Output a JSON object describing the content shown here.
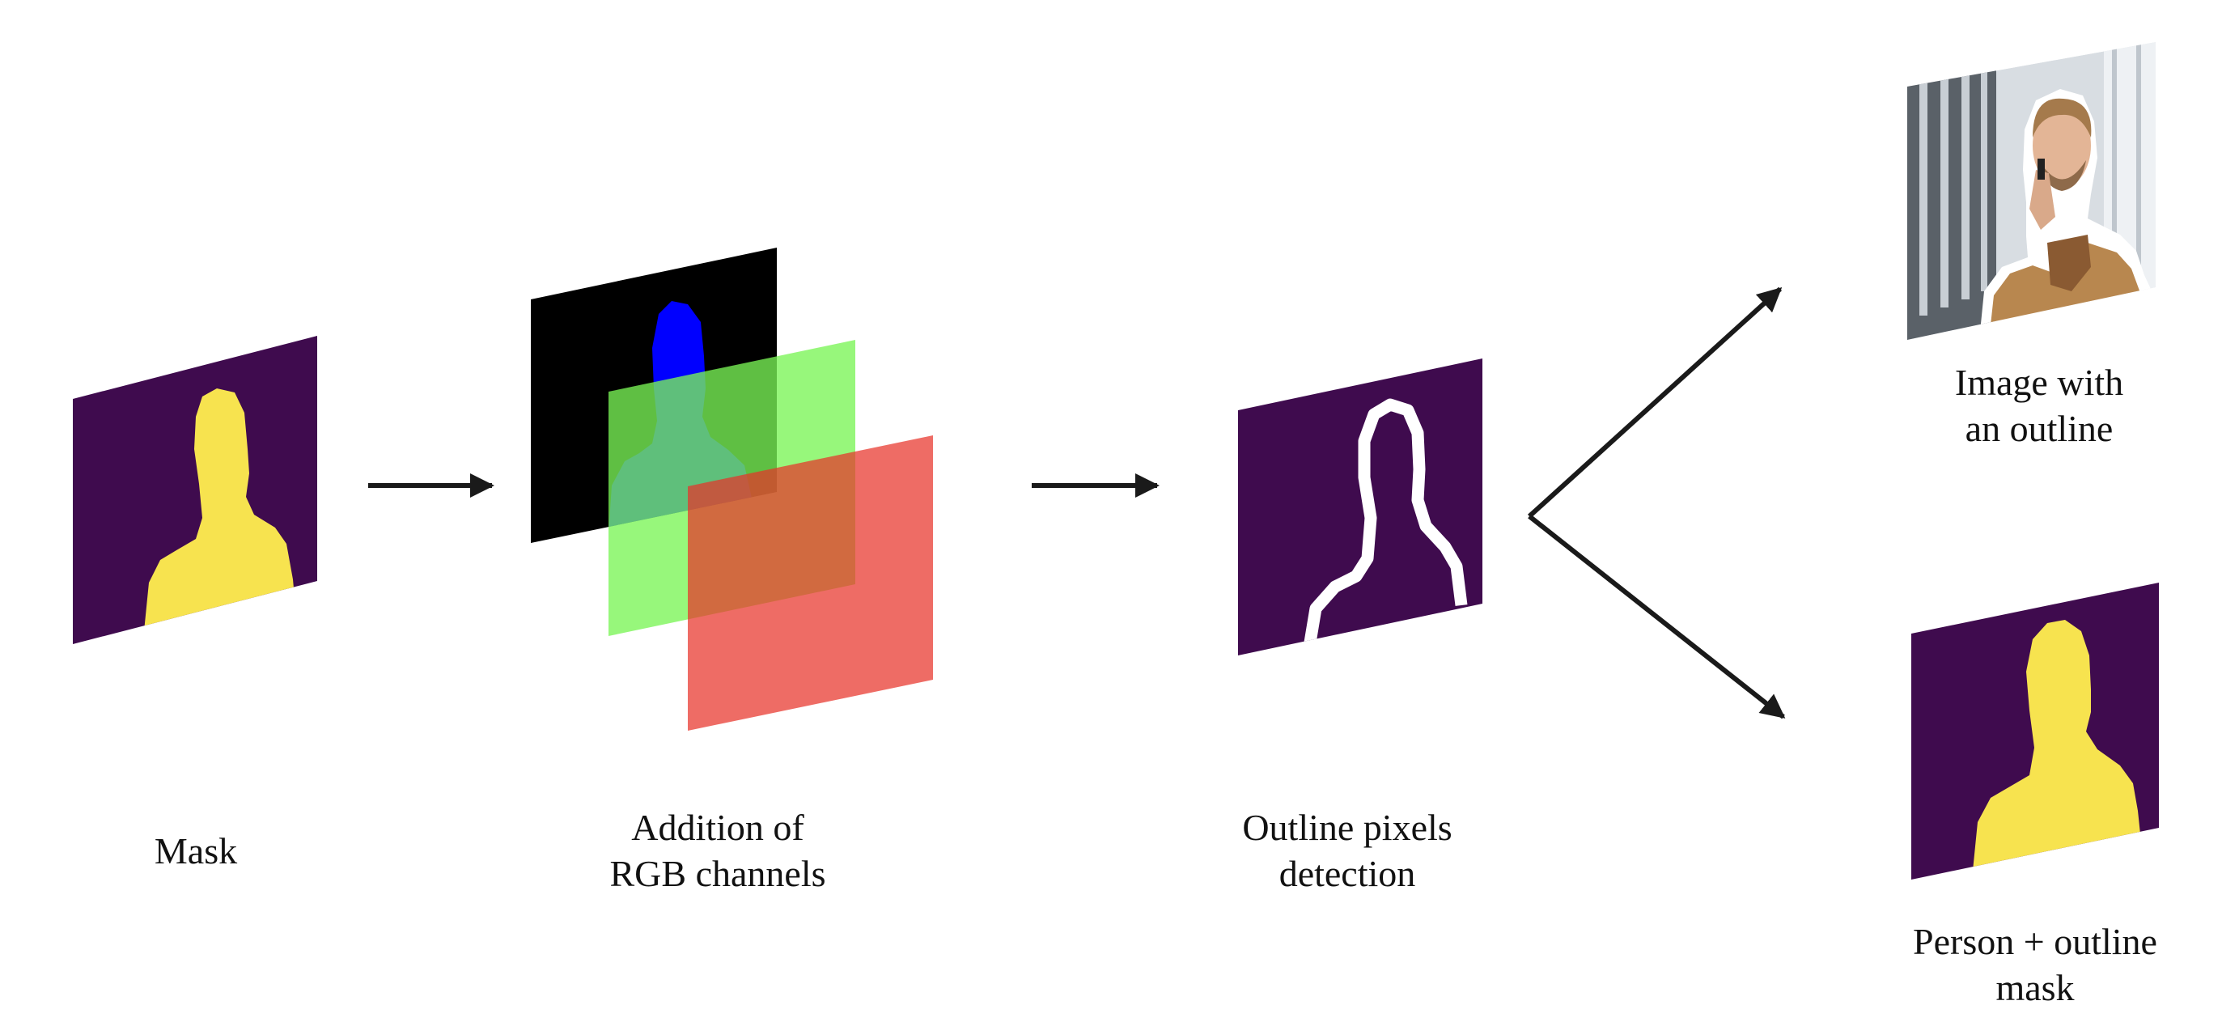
{
  "colors": {
    "mask_background": "#3f0b4e",
    "mask_person": "#f7e34f",
    "channel_black": "#000000",
    "channel_blue": "#0000ff",
    "channel_green": "#7af556",
    "channel_red": "#e8332a",
    "outline": "#ffffff",
    "arrow": "#1a1a1a"
  },
  "labels": {
    "mask": "Mask",
    "rgb_line1": "Addition of",
    "rgb_line2": "RGB channels",
    "outline_line1": "Outline pixels",
    "outline_line2": "detection",
    "image_outline_line1": "Image with",
    "image_outline_line2": "an outline",
    "person_mask_line1": "Person + outline",
    "person_mask_line2": "mask"
  }
}
